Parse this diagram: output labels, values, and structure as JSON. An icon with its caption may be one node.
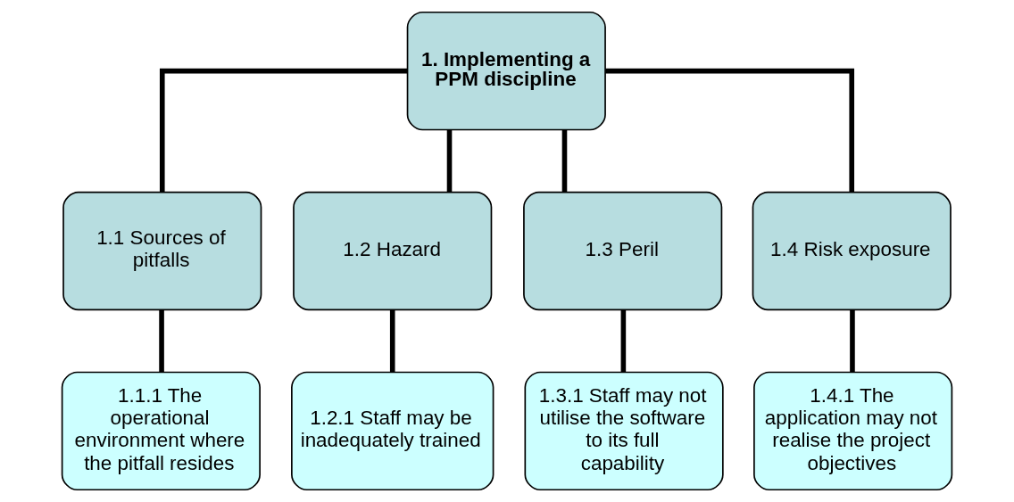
{
  "diagram": {
    "nodes": [
      {
        "text": [
          "1. Implementing a PPM discipline"
        ]
      },
      {
        "text": [
          "1.1 Sources of pitfalls"
        ]
      },
      {
        "text": [
          "1.2 Hazard"
        ]
      },
      {
        "text": [
          "1.3 Peril"
        ]
      },
      {
        "text": [
          "1.4 Risk exposure"
        ]
      },
      {
        "text": [
          "1.1.1 The operational environment where the pitfall resides"
        ]
      },
      {
        "text": [
          "1.2.1 Staff may be inadequately trained"
        ]
      },
      {
        "text": [
          "1.3.1 Staff may not utilise the software to its full capability"
        ]
      },
      {
        "text": [
          "1.4.1 The application may not realise the project objectives"
        ]
      }
    ],
    "edges": [
      {
        "from": 0,
        "to": 1,
        "arrow": "none"
      },
      {
        "from": 0,
        "to": 2,
        "arrow": "none"
      },
      {
        "from": 0,
        "to": 3,
        "arrow": "none"
      },
      {
        "from": 0,
        "to": 4,
        "arrow": "none"
      },
      {
        "from": 1,
        "to": 5,
        "arrow": "none"
      },
      {
        "from": 2,
        "to": 6,
        "arrow": "none"
      },
      {
        "from": 3,
        "to": 7,
        "arrow": "none"
      },
      {
        "from": 4,
        "to": 8,
        "arrow": "none"
      }
    ]
  }
}
